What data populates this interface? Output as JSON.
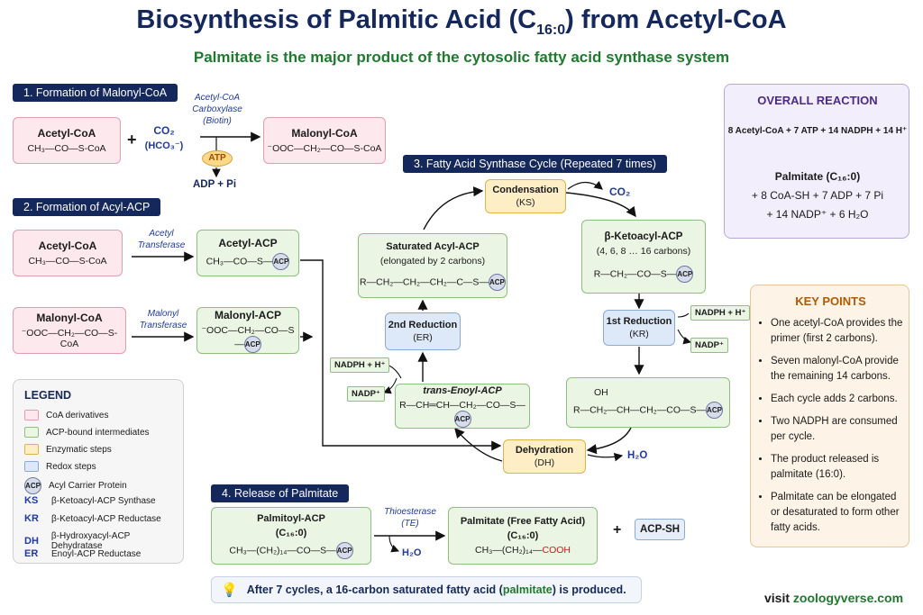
{
  "header": {
    "title_main": "Biosynthesis of Palmitic Acid (C",
    "title_sub": "16:0",
    "title_end": ") from Acetyl-CoA",
    "subtitle": "Palmitate is the major product of the cytosolic fatty acid synthase system"
  },
  "sections": {
    "s1": "1. Formation of Malonyl-CoA",
    "s2": "2. Formation of Acyl-ACP",
    "s3": "3. Fatty Acid Synthase Cycle (Repeated 7 times)",
    "s4": "4. Release of Palmitate"
  },
  "step1": {
    "acetyl_name": "Acetyl-CoA",
    "acetyl_formula": "CH₃—CO—S-CoA",
    "plus": "+",
    "co2": "CO₂",
    "hco3": "(HCO₃⁻)",
    "enzyme": "Acetyl-CoA Carboxylase (Biotin)",
    "atp": "ATP",
    "adp": "ADP + Pi",
    "malonyl_name": "Malonyl-CoA",
    "malonyl_formula": "⁻OOC—CH₂—CO—S-CoA"
  },
  "step2": {
    "acetyl_coa_name": "Acetyl-CoA",
    "acetyl_coa_formula": "CH₃—CO—S-CoA",
    "acetyl_enzyme": "Acetyl Transferase",
    "acetyl_acp_name": "Acetyl-ACP",
    "acetyl_acp_formula": "CH₃—CO—S—",
    "malonyl_coa_name": "Malonyl-CoA",
    "malonyl_coa_formula": "⁻OOC—CH₂—CO—S-CoA",
    "malonyl_enzyme": "Malonyl Transferase",
    "malonyl_acp_name": "Malonyl-ACP",
    "malonyl_acp_formula": "⁻OOC—CH₂—CO—S—"
  },
  "cycle": {
    "condensation": "Condensation",
    "condensation_abbr": "(KS)",
    "co2_out": "CO₂",
    "ketoacyl_name": "β-Ketoacyl-ACP",
    "ketoacyl_note": "(4, 6, 8 … 16 carbons)",
    "ketoacyl_formula": "R—CH₂—CO—S—",
    "red1": "1st Reduction",
    "red1_abbr": "(KR)",
    "nadph_in_1": "NADPH + H⁺",
    "nadp_out_1": "NADP⁺",
    "hydroxy_oh": "OH",
    "hydroxy_formula": "R—CH₂—CH—CH₂—CO—S—",
    "dehydration": "Dehydration",
    "dehydration_abbr": "(DH)",
    "h2o_out": "H₂O",
    "enoyl_name": "trans-Enoyl-ACP",
    "enoyl_formula": "R—CH═CH—CH₂—CO—S—",
    "red2": "2nd Reduction",
    "red2_abbr": "(ER)",
    "nadph_in_2": "NADPH + H⁺",
    "nadp_out_2": "NADP⁺",
    "saturated_name": "Saturated Acyl-ACP",
    "saturated_note": "(elongated by 2 carbons)",
    "saturated_formula": "R—CH₂—CH₂—CH₂—C—S—"
  },
  "acp_label": "ACP",
  "release": {
    "palmitoyl_name": "Palmitoyl-ACP",
    "palmitoyl_c": "(C₁₆:0)",
    "palmitoyl_formula": "CH₃—(CH₂)₁₄—CO—S—",
    "enzyme": "Thioesterase (TE)",
    "h2o": "H₂O",
    "palmitate_name": "Palmitate (Free Fatty Acid)",
    "palmitate_c": "(C₁₆:0)",
    "palmitate_formula": "CH₃—(CH₂)₁₄—",
    "cooh": "COOH",
    "plus": "+",
    "acpsh": "ACP-SH"
  },
  "overall": {
    "heading": "OVERALL REACTION",
    "reactants": "8 Acetyl-CoA + 7 ATP + 14 NADPH + 14 H⁺",
    "product1": "Palmitate (C₁₆:0)",
    "product2": "+ 8 CoA-SH + 7 ADP + 7 Pi",
    "product3": "+ 14 NADP⁺ + 6 H₂O"
  },
  "key_points": {
    "heading": "KEY POINTS",
    "items": [
      "One acetyl-CoA provides the primer (first 2 carbons).",
      "Seven malonyl-CoA provide the remaining 14 carbons.",
      "Each cycle adds 2 carbons.",
      "Two NADPH are consumed per cycle.",
      "The product released is palmitate (16:0).",
      "Palmitate can be elongated or desaturated to form other fatty acids."
    ]
  },
  "legend": {
    "heading": "LEGEND",
    "coa": "CoA derivatives",
    "acp_inter": "ACP-bound intermediates",
    "enzymatic": "Enzymatic steps",
    "redox": "Redox steps",
    "carrier": "Acyl Carrier Protein",
    "abbrs": [
      {
        "abbr": "KS",
        "text": "β-Ketoacyl-ACP Synthase"
      },
      {
        "abbr": "KR",
        "text": "β-Ketoacyl-ACP Reductase"
      },
      {
        "abbr": "DH",
        "text": "β-Hydroxyacyl-ACP Dehydratase"
      },
      {
        "abbr": "ER",
        "text": "Enoyl-ACP Reductase"
      }
    ]
  },
  "footer": {
    "note_pre": "After 7 cycles, a 16-carbon saturated fatty acid (",
    "note_highlight": "palmitate",
    "note_post": ") is produced.",
    "visit": "visit",
    "site": "zoologyverse.com"
  },
  "colors": {
    "navy": "#14285c",
    "green_text": "#1f7a2e",
    "coa_pink": "#fde8ee",
    "acp_green": "#eaf5e4",
    "enzyme_yellow": "#fdeec6",
    "redox_blue": "#dde9f8"
  }
}
